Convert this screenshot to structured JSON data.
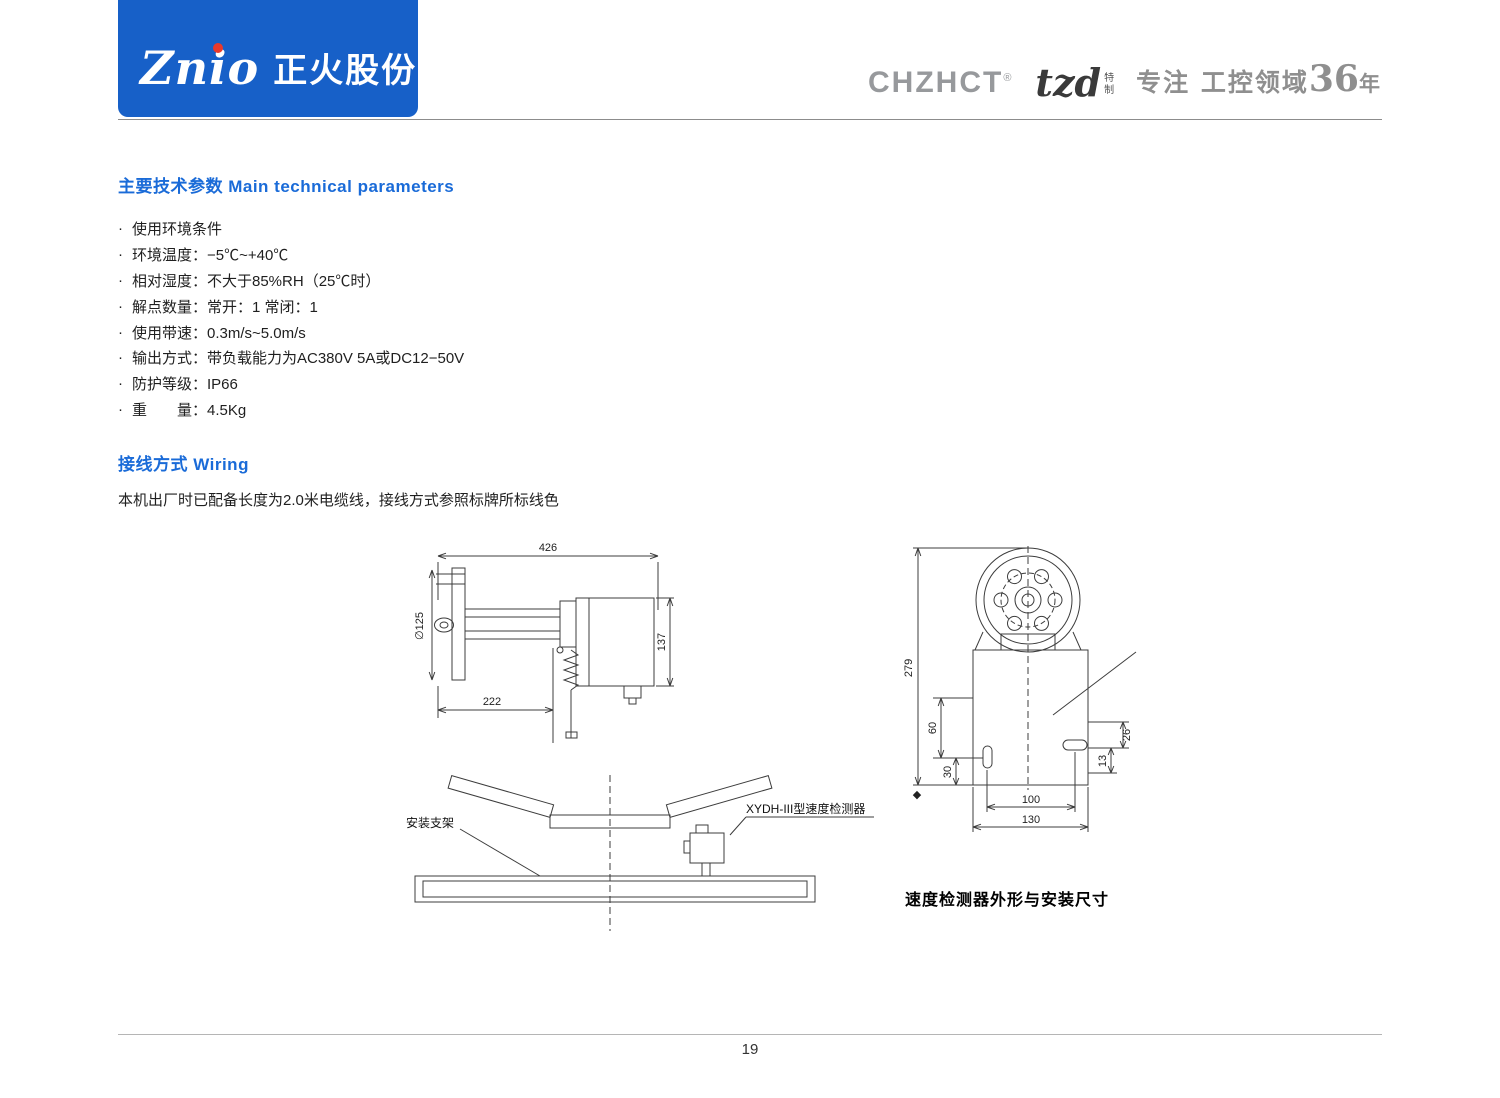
{
  "colors": {
    "brand_blue": "#1760c8",
    "accent_red": "#e8392c",
    "title_blue": "#1a6bd8"
  },
  "header": {
    "logo_en": "Znio",
    "logo_cn": "正火股份",
    "brand": "CHZHCT",
    "brand_reg": "®",
    "tzd": "tzd",
    "tzd_tag_1": "特",
    "tzd_tag_2": "制",
    "slogan_prefix": "专注",
    "slogan_mid": "工控领域",
    "slogan_num": "36",
    "slogan_suffix": "年"
  },
  "params": {
    "title": "主要技术参数 Main technical parameters",
    "bullet": "·",
    "items": [
      "使用环境条件",
      "环境温度：−5℃~+40℃",
      "相对湿度：不大于85%RH（25℃时）",
      "解点数量：常开：1 常闭：1",
      "使用带速：0.3m/s~5.0m/s",
      "输出方式：带负载能力为AC380V 5A或DC12−50V",
      "防护等级：IP66",
      "重　　量：4.5Kg"
    ]
  },
  "wiring": {
    "title": "接线方式 Wiring",
    "desc": "本机出厂时已配备长度为2.0米电缆线，接线方式参照标牌所标线色"
  },
  "drawings": {
    "d426": "426",
    "d137": "137",
    "d222": "222",
    "d125": "∅125",
    "d279": "279",
    "d60": "60",
    "d30": "30",
    "d26": "26",
    "d13": "13",
    "d100": "100",
    "d130": "130",
    "datum": "◆",
    "label_bracket": "安装支架",
    "label_detector": "XYDH-III型速度检测器",
    "caption": "速度检测器外形与安装尺寸"
  },
  "footer": {
    "page": "19"
  }
}
